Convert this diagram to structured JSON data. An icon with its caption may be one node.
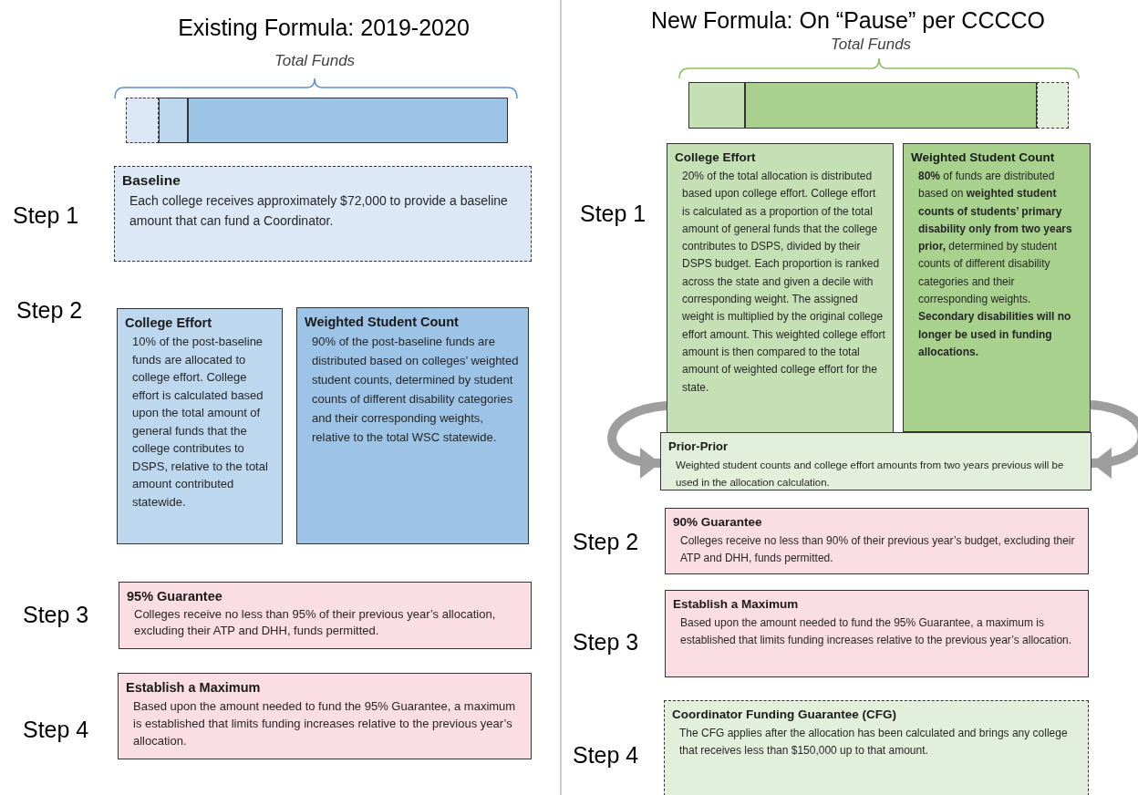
{
  "diagram": {
    "nodes": [
      {
        "text": [],
        "shape": "bar"
      },
      {
        "text": [],
        "shape": "bar"
      },
      {
        "text": [],
        "shape": "bar"
      },
      {
        "text": [
          "Baseline",
          "Each college receives approximately $72,000 to provide a baseline amount that can fund a Coordinator."
        ]
      },
      {
        "text": [
          "College Effort",
          "10% of the post-baseline funds are allocated to college effort. College effort is calculated based upon the total amount of general funds that the college contributes to DSPS, relative to the total amount contributed statewide."
        ]
      },
      {
        "text": [
          "Weighted Student Count",
          "90% of the post-baseline funds are distributed based on colleges’ weighted student counts, determined by student counts of different disability categories and their corresponding weights, relative to the total WSC statewide."
        ]
      },
      {
        "text": [
          "95% Guarantee",
          "Colleges receive no less than 95% of their previous year’s allocation, excluding their ATP and DHH, funds permitted."
        ]
      },
      {
        "text": [
          "Establish a Maximum",
          "Based upon the amount needed to fund the 95% Guarantee, a maximum is established that limits funding increases relative to the previous year’s allocation."
        ]
      },
      {
        "text": [],
        "shape": "bar"
      },
      {
        "text": [],
        "shape": "bar"
      },
      {
        "text": [],
        "shape": "bar"
      },
      {
        "text": [
          "College Effort",
          "20% of the total allocation is distributed based upon college effort. College effort is calculated as a proportion of the total amount of general funds that the college contributes to DSPS, divided by their DSPS budget. Each proportion is ranked across the state and given a decile with corresponding weight. The assigned weight is multiplied by the original college effort amount. This weighted college effort amount is then compared to the total amount of weighted college effort for the state."
        ]
      },
      {
        "text": [
          "Weighted Student Count",
          "**80%** of funds are distributed based on **weighted student counts of students’ primary disability only from two years prior,** determined by student counts of different disability categories and their corresponding weights. **Secondary disabilities will no longer be used in funding allocations.**"
        ]
      },
      {
        "text": [
          "Prior-Prior",
          "Weighted student counts and college effort amounts from two years previous will be used in the allocation calculation."
        ]
      },
      {
        "text": [
          "90% Guarantee",
          "Colleges receive no less than 90% of their previous year’s budget, excluding their ATP and DHH, funds permitted."
        ]
      },
      {
        "text": [
          "Establish a Maximum",
          "Based upon the amount needed to fund the 95% Guarantee, a maximum is established that limits funding increases relative to the previous year’s allocation."
        ]
      },
      {
        "text": [
          "Coordinator Funding Guarantee (CFG)",
          "The CFG applies after the allocation has been calculated and brings any college that receives less than $150,000 up to that amount."
        ]
      }
    ],
    "edges": [
      {
        "from": 11,
        "to": 13,
        "arrow": "to"
      },
      {
        "from": 12,
        "to": 13,
        "arrow": "to"
      }
    ],
    "labels": [
      "Existing Formula: 2019-2020",
      "Total Funds",
      "Step 1",
      "Step 2",
      "Step 3",
      "Step 4",
      "New Formula: On “Pause” per CCCCO",
      "Total Funds",
      "Step 1",
      "Step 2",
      "Step 3",
      "Step 4"
    ]
  }
}
